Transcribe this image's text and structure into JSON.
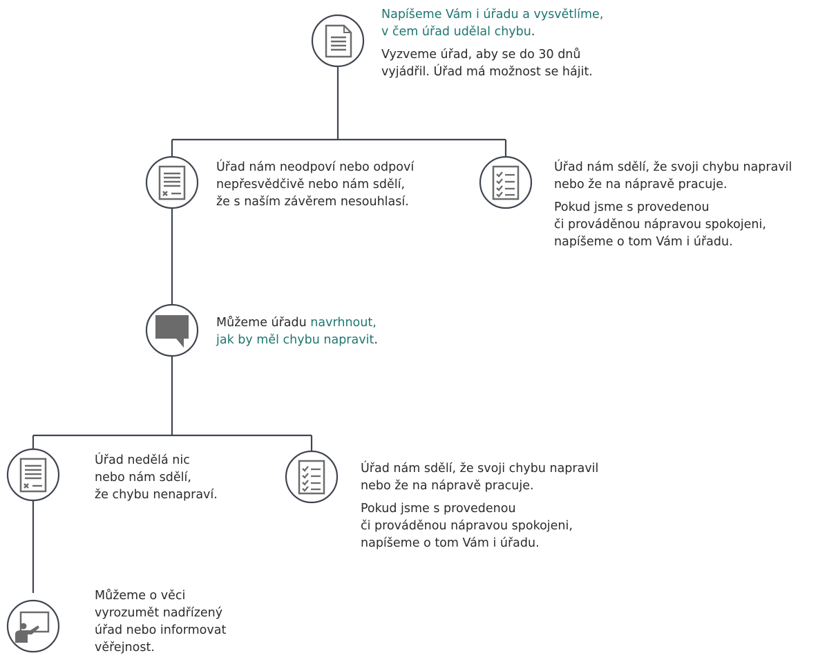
{
  "colors": {
    "stroke": "#3f4550",
    "icon": "#6b6b6b",
    "highlight": "#1e7670",
    "text": "#2b2b2b"
  },
  "nodes": {
    "step1": {
      "icon": "document-icon",
      "p1_hl": "Napíšeme Vám i úřadu a vysvětlíme,",
      "p1_hl2": "v čem úřad udělal chybu",
      "p1_end": ".",
      "p2_l1": "Vyzveme úřad, aby se do 30 dnů",
      "p2_l2": "vyjádřil. Úřad má možnost se hájit."
    },
    "step2_left": {
      "icon": "rejected-document-icon",
      "l1": "Úřad nám neodpoví nebo odpoví",
      "l2": "nepřesvědčivě nebo nám sdělí,",
      "l3": "že s naším závěrem nesouhlasí."
    },
    "step2_right": {
      "icon": "checklist-icon",
      "p1_l1": "Úřad nám sdělí, že svoji chybu napravil",
      "p1_l2": "nebo že na nápravě pracuje.",
      "p2_l1": "Pokud jsme s provedenou",
      "p2_l2": "či prováděnou nápravou spokojeni,",
      "p2_l3": "napíšeme o tom Vám i úřadu."
    },
    "step3": {
      "icon": "speech-bubble-icon",
      "start": "Můžeme úřadu ",
      "hl1": "navrhnout,",
      "hl2": "jak by měl chybu napravit",
      "end": "."
    },
    "step4_left": {
      "icon": "rejected-document-icon",
      "l1": "Úřad nedělá nic",
      "l2": "nebo nám sdělí,",
      "l3": "že chybu nenapraví."
    },
    "step4_right": {
      "icon": "checklist-icon",
      "p1_l1": "Úřad nám sdělí, že svoji chybu napravil",
      "p1_l2": "nebo že na nápravě pracuje.",
      "p2_l1": "Pokud jsme s provedenou",
      "p2_l2": "či prováděnou nápravou spokojeni,",
      "p2_l3": "napíšeme o tom Vám i úřadu."
    },
    "step5": {
      "icon": "presentation-icon",
      "l1": "Můžeme o věci",
      "l2": "vyrozumět nadřízený",
      "l3": "úřad nebo informovat",
      "l4": "věřejnost."
    }
  }
}
